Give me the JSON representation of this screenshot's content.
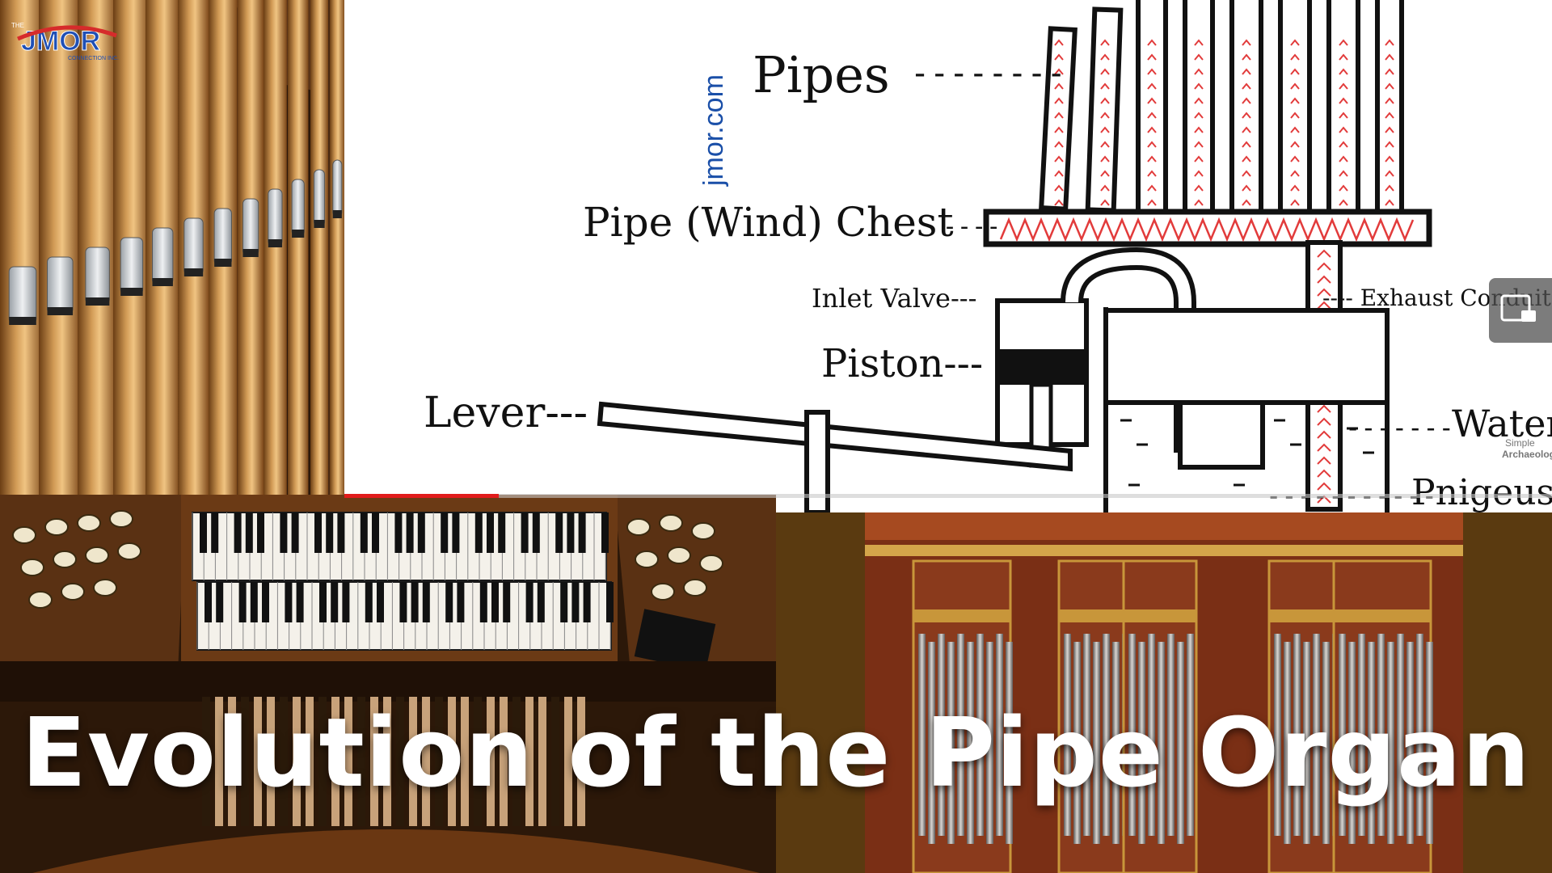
{
  "title": "Evolution of the Pipe Organ",
  "watermark": {
    "site": "jmor.com",
    "logo_main": "JMOR",
    "logo_small_top": "THE",
    "logo_small_bottom": "CONNECTION INC."
  },
  "diagram": {
    "labels": {
      "pipes": "Pipes",
      "chest": "Pipe (Wind) Chest",
      "inlet": "Inlet Valve---",
      "piston": "Piston---",
      "lever": "Lever---",
      "exhaust": "---- Exhaust Conduit",
      "water": "Water",
      "pnigeus": "Pnigeus"
    },
    "credit_line1": "Simple",
    "credit_line2": "Archaeology"
  },
  "video": {
    "progress_fraction": 0.128
  },
  "icons": {
    "miniplayer": "miniplayer-icon"
  },
  "colors": {
    "accent": "#e11b1b",
    "logo_red": "#d62b2b",
    "logo_blue": "#1f4fb5",
    "site_blue": "#1a4fa8"
  }
}
